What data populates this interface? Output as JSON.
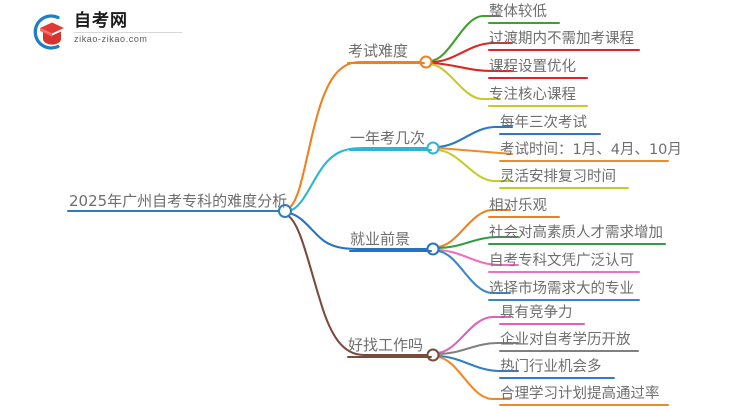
{
  "logo": {
    "title": "自考网",
    "subtitle": "zikao-zikao.com",
    "mark_name": "graduation-cap-logo",
    "arc_color": "#1f7fc4",
    "cap_color": "#e03a33"
  },
  "mindmap": {
    "type": "mindmap",
    "root": {
      "label": "2025年广州自考专科的难度分析",
      "underline_color": "#2a7fc0",
      "node_color": "#2a7fc0"
    },
    "branches": [
      {
        "label": "考试难度",
        "branch_color": "#ef8022",
        "node_color": "#ef8022",
        "children": [
          {
            "label": "整体较低",
            "color": "#3fa02e"
          },
          {
            "label": "过渡期内不需加考课程",
            "color": "#e02424"
          },
          {
            "label": "课程设置优化",
            "color": "#e02424"
          },
          {
            "label": "专注核心课程",
            "color": "#c8c82a"
          }
        ]
      },
      {
        "label": "一年考几次",
        "branch_color": "#2cb5d4",
        "node_color": "#2cb5d4",
        "children": [
          {
            "label": "每年三次考试",
            "color": "#2c79c0"
          },
          {
            "label": "考试时间：1月、4月、10月",
            "color": "#f08a28"
          },
          {
            "label": "灵活安排复习时间",
            "color": "#c5cc2a"
          }
        ]
      },
      {
        "label": "就业前景",
        "branch_color": "#2a72bd",
        "node_color": "#2a72bd",
        "children": [
          {
            "label": "相对乐观",
            "color": "#ef8022"
          },
          {
            "label": "社会对高素质人才需求增加",
            "color": "#2f9e44"
          },
          {
            "label": "自考专科文凭广泛认可",
            "color": "#ef6fc0"
          },
          {
            "label": "选择市场需求大的专业",
            "color": "#3a86c8"
          }
        ]
      },
      {
        "label": "好找工作吗",
        "branch_color": "#7a4a3c",
        "node_color": "#7a4a3c",
        "children": [
          {
            "label": "具有竞争力",
            "color": "#e060bd"
          },
          {
            "label": "企业对自考学历开放",
            "color": "#808080"
          },
          {
            "label": "热门行业机会多",
            "color": "#2f7fc4"
          },
          {
            "label": "合理学习计划提高通过率",
            "color": "#f08a28"
          }
        ]
      }
    ]
  }
}
